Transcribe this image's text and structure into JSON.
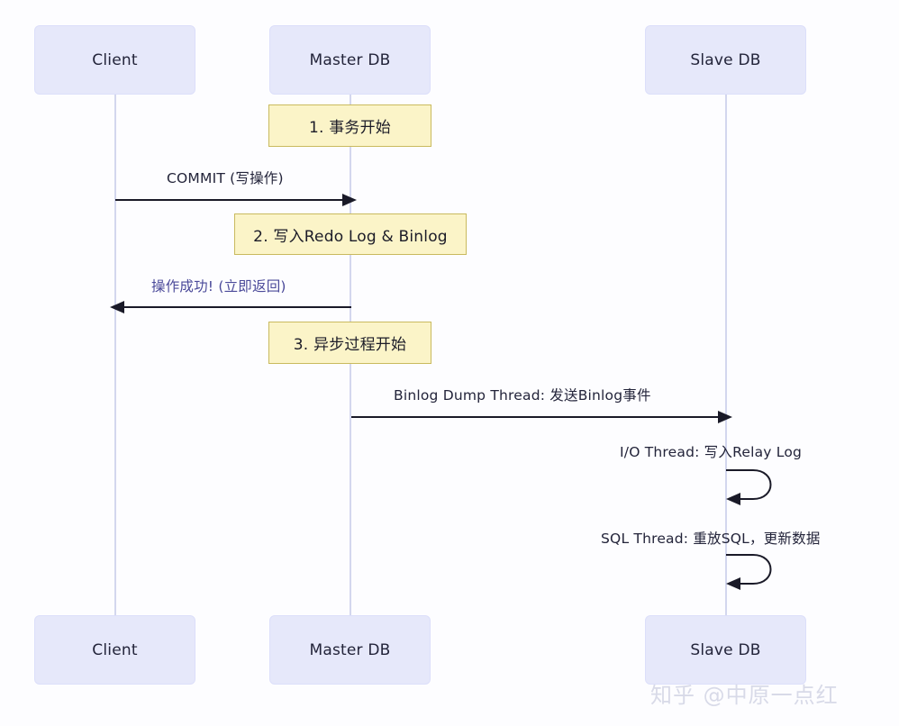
{
  "diagram": {
    "type": "sequence-diagram",
    "background_color": "#fdfdff",
    "participant_fill": "#e6e8fa",
    "note_fill": "#fbf4c8",
    "note_border": "#c9ba5e",
    "lifeline_color": "#d3d7ee",
    "arrow_color": "#1a1a28",
    "return_text_color": "#4b4a9a"
  },
  "participants": [
    {
      "id": "client",
      "label": "Client"
    },
    {
      "id": "master",
      "label": "Master DB"
    },
    {
      "id": "slave",
      "label": "Slave DB"
    }
  ],
  "participants_bottom": [
    {
      "id": "client",
      "label": "Client"
    },
    {
      "id": "master",
      "label": "Master DB"
    },
    {
      "id": "slave",
      "label": "Slave DB"
    }
  ],
  "notes": [
    {
      "id": "note1",
      "label": "1. 事务开始"
    },
    {
      "id": "note2",
      "label": "2. 写入Redo Log & Binlog"
    },
    {
      "id": "note3",
      "label": "3. 异步过程开始"
    }
  ],
  "messages": [
    {
      "id": "msg1",
      "label": "COMMIT (写操作)",
      "from": "client",
      "to": "master",
      "kind": "call"
    },
    {
      "id": "msg2",
      "label": "操作成功! (立即返回)",
      "from": "master",
      "to": "client",
      "kind": "return"
    },
    {
      "id": "msg3",
      "label": "Binlog Dump Thread: 发送Binlog事件",
      "from": "master",
      "to": "slave",
      "kind": "call"
    },
    {
      "id": "msg4",
      "label": "I/O Thread: 写入Relay Log",
      "from": "slave",
      "to": "slave",
      "kind": "self"
    },
    {
      "id": "msg5",
      "label": "SQL Thread: 重放SQL，更新数据",
      "from": "slave",
      "to": "slave",
      "kind": "self"
    }
  ],
  "watermark": {
    "text": "知乎 @中原一点红"
  }
}
